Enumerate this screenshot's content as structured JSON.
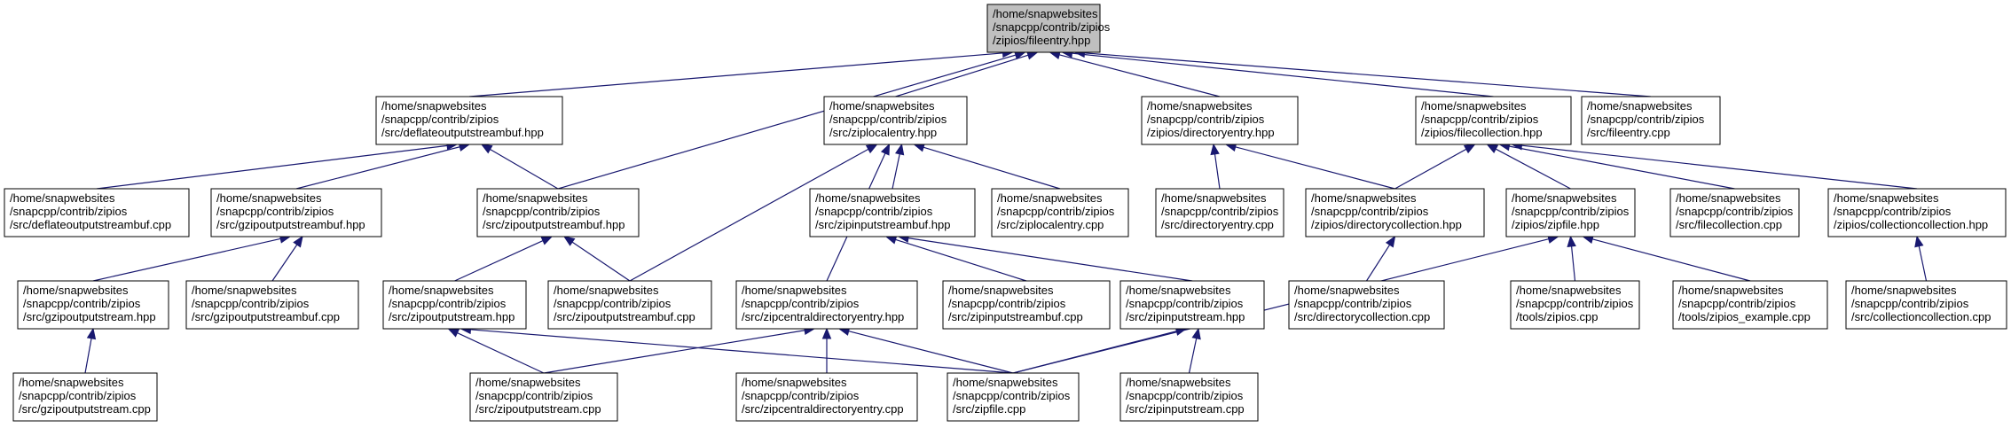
{
  "diagram": {
    "nodes": [
      {
        "id": "fileentry_hpp",
        "lines": [
          "/home/snapwebsites",
          "/snapcpp/contrib/zipios",
          "/zipios/fileentry.hpp"
        ],
        "highlighted": true
      },
      {
        "id": "deflate_hpp",
        "lines": [
          "/home/snapwebsites",
          "/snapcpp/contrib/zipios",
          "/src/deflateoutputstreambuf.hpp"
        ]
      },
      {
        "id": "ziplocal_hpp",
        "lines": [
          "/home/snapwebsites",
          "/snapcpp/contrib/zipios",
          "/src/ziplocalentry.hpp"
        ]
      },
      {
        "id": "direntry_hpp",
        "lines": [
          "/home/snapwebsites",
          "/snapcpp/contrib/zipios",
          "/zipios/directoryentry.hpp"
        ]
      },
      {
        "id": "filecoll_hpp",
        "lines": [
          "/home/snapwebsites",
          "/snapcpp/contrib/zipios",
          "/zipios/filecollection.hpp"
        ]
      },
      {
        "id": "fileentry_cpp",
        "lines": [
          "/home/snapwebsites",
          "/snapcpp/contrib/zipios",
          "/src/fileentry.cpp"
        ]
      },
      {
        "id": "deflate_cpp",
        "lines": [
          "/home/snapwebsites",
          "/snapcpp/contrib/zipios",
          "/src/deflateoutputstreambuf.cpp"
        ]
      },
      {
        "id": "gzipbuf_hpp",
        "lines": [
          "/home/snapwebsites",
          "/snapcpp/contrib/zipios",
          "/src/gzipoutputstreambuf.hpp"
        ]
      },
      {
        "id": "zipoutbuf_hpp",
        "lines": [
          "/home/snapwebsites",
          "/snapcpp/contrib/zipios",
          "/src/zipoutputstreambuf.hpp"
        ]
      },
      {
        "id": "zipinbuf_hpp",
        "lines": [
          "/home/snapwebsites",
          "/snapcpp/contrib/zipios",
          "/src/zipinputstreambuf.hpp"
        ]
      },
      {
        "id": "ziplocal_cpp",
        "lines": [
          "/home/snapwebsites",
          "/snapcpp/contrib/zipios",
          "/src/ziplocalentry.cpp"
        ]
      },
      {
        "id": "direntry_cpp",
        "lines": [
          "/home/snapwebsites",
          "/snapcpp/contrib/zipios",
          "/src/directoryentry.cpp"
        ]
      },
      {
        "id": "dircoll_hpp",
        "lines": [
          "/home/snapwebsites",
          "/snapcpp/contrib/zipios",
          "/zipios/directorycollection.hpp"
        ]
      },
      {
        "id": "zipfile_hpp",
        "lines": [
          "/home/snapwebsites",
          "/snapcpp/contrib/zipios",
          "/zipios/zipfile.hpp"
        ]
      },
      {
        "id": "filecoll_cpp",
        "lines": [
          "/home/snapwebsites",
          "/snapcpp/contrib/zipios",
          "/src/filecollection.cpp"
        ]
      },
      {
        "id": "collcoll_hpp",
        "lines": [
          "/home/snapwebsites",
          "/snapcpp/contrib/zipios",
          "/zipios/collectioncollection.hpp"
        ]
      },
      {
        "id": "gzipstream_hpp",
        "lines": [
          "/home/snapwebsites",
          "/snapcpp/contrib/zipios",
          "/src/gzipoutputstream.hpp"
        ]
      },
      {
        "id": "gzipbuf_cpp",
        "lines": [
          "/home/snapwebsites",
          "/snapcpp/contrib/zipios",
          "/src/gzipoutputstreambuf.cpp"
        ]
      },
      {
        "id": "zipoutstream_hpp",
        "lines": [
          "/home/snapwebsites",
          "/snapcpp/contrib/zipios",
          "/src/zipoutputstream.hpp"
        ]
      },
      {
        "id": "zipoutbuf_cpp",
        "lines": [
          "/home/snapwebsites",
          "/snapcpp/contrib/zipios",
          "/src/zipoutputstreambuf.cpp"
        ]
      },
      {
        "id": "zipcentral_hpp",
        "lines": [
          "/home/snapwebsites",
          "/snapcpp/contrib/zipios",
          "/src/zipcentraldirectoryentry.hpp"
        ]
      },
      {
        "id": "zipinbuf_cpp",
        "lines": [
          "/home/snapwebsites",
          "/snapcpp/contrib/zipios",
          "/src/zipinputstreambuf.cpp"
        ]
      },
      {
        "id": "zipinstream_hpp",
        "lines": [
          "/home/snapwebsites",
          "/snapcpp/contrib/zipios",
          "/src/zipinputstream.hpp"
        ]
      },
      {
        "id": "dircoll_cpp",
        "lines": [
          "/home/snapwebsites",
          "/snapcpp/contrib/zipios",
          "/src/directorycollection.cpp"
        ]
      },
      {
        "id": "zipios_cpp",
        "lines": [
          "/home/snapwebsites",
          "/snapcpp/contrib/zipios",
          "/tools/zipios.cpp"
        ]
      },
      {
        "id": "zipios_example_cpp",
        "lines": [
          "/home/snapwebsites",
          "/snapcpp/contrib/zipios",
          "/tools/zipios_example.cpp"
        ]
      },
      {
        "id": "collcoll_cpp",
        "lines": [
          "/home/snapwebsites",
          "/snapcpp/contrib/zipios",
          "/src/collectioncollection.cpp"
        ]
      },
      {
        "id": "gzipstream_cpp",
        "lines": [
          "/home/snapwebsites",
          "/snapcpp/contrib/zipios",
          "/src/gzipoutputstream.cpp"
        ]
      },
      {
        "id": "zipoutstream_cpp",
        "lines": [
          "/home/snapwebsites",
          "/snapcpp/contrib/zipios",
          "/src/zipoutputstream.cpp"
        ]
      },
      {
        "id": "zipcentral_cpp",
        "lines": [
          "/home/snapwebsites",
          "/snapcpp/contrib/zipios",
          "/src/zipcentraldirectoryentry.cpp"
        ]
      },
      {
        "id": "zipfile_cpp",
        "lines": [
          "/home/snapwebsites",
          "/snapcpp/contrib/zipios",
          "/src/zipfile.cpp"
        ]
      },
      {
        "id": "zipinstream_cpp",
        "lines": [
          "/home/snapwebsites",
          "/snapcpp/contrib/zipios",
          "/src/zipinputstream.cpp"
        ]
      }
    ],
    "edges": [
      {
        "from": "deflate_hpp",
        "to": "fileentry_hpp"
      },
      {
        "from": "ziplocal_hpp",
        "to": "fileentry_hpp"
      },
      {
        "from": "direntry_hpp",
        "to": "fileentry_hpp"
      },
      {
        "from": "filecoll_hpp",
        "to": "fileentry_hpp"
      },
      {
        "from": "fileentry_cpp",
        "to": "fileentry_hpp"
      },
      {
        "from": "zipoutbuf_hpp",
        "to": "fileentry_hpp"
      },
      {
        "from": "deflate_cpp",
        "to": "deflate_hpp"
      },
      {
        "from": "gzipbuf_hpp",
        "to": "deflate_hpp"
      },
      {
        "from": "zipoutbuf_hpp",
        "to": "deflate_hpp"
      },
      {
        "from": "zipinbuf_hpp",
        "to": "ziplocal_hpp"
      },
      {
        "from": "ziplocal_cpp",
        "to": "ziplocal_hpp"
      },
      {
        "from": "zipoutbuf_cpp",
        "to": "ziplocal_hpp"
      },
      {
        "from": "zipcentral_hpp",
        "to": "ziplocal_hpp"
      },
      {
        "from": "direntry_cpp",
        "to": "direntry_hpp"
      },
      {
        "from": "dircoll_hpp",
        "to": "direntry_hpp"
      },
      {
        "from": "dircoll_hpp",
        "to": "filecoll_hpp"
      },
      {
        "from": "zipfile_hpp",
        "to": "filecoll_hpp"
      },
      {
        "from": "filecoll_cpp",
        "to": "filecoll_hpp"
      },
      {
        "from": "collcoll_hpp",
        "to": "filecoll_hpp"
      },
      {
        "from": "gzipstream_hpp",
        "to": "gzipbuf_hpp"
      },
      {
        "from": "gzipbuf_cpp",
        "to": "gzipbuf_hpp"
      },
      {
        "from": "zipoutstream_hpp",
        "to": "zipoutbuf_hpp"
      },
      {
        "from": "zipoutbuf_cpp",
        "to": "zipoutbuf_hpp"
      },
      {
        "from": "zipinbuf_cpp",
        "to": "zipinbuf_hpp"
      },
      {
        "from": "zipinstream_hpp",
        "to": "zipinbuf_hpp"
      },
      {
        "from": "dircoll_cpp",
        "to": "dircoll_hpp"
      },
      {
        "from": "zipios_cpp",
        "to": "zipfile_hpp"
      },
      {
        "from": "zipios_example_cpp",
        "to": "zipfile_hpp"
      },
      {
        "from": "zipfile_cpp",
        "to": "zipfile_hpp"
      },
      {
        "from": "collcoll_cpp",
        "to": "collcoll_hpp"
      },
      {
        "from": "gzipstream_cpp",
        "to": "gzipstream_hpp"
      },
      {
        "from": "zipoutstream_cpp",
        "to": "zipoutstream_hpp"
      },
      {
        "from": "zipfile_cpp",
        "to": "zipoutstream_hpp"
      },
      {
        "from": "zipoutstream_cpp",
        "to": "zipcentral_hpp"
      },
      {
        "from": "zipcentral_cpp",
        "to": "zipcentral_hpp"
      },
      {
        "from": "zipfile_cpp",
        "to": "zipcentral_hpp"
      },
      {
        "from": "zipfile_cpp",
        "to": "zipinstream_hpp"
      },
      {
        "from": "zipinstream_cpp",
        "to": "zipinstream_hpp"
      }
    ]
  }
}
